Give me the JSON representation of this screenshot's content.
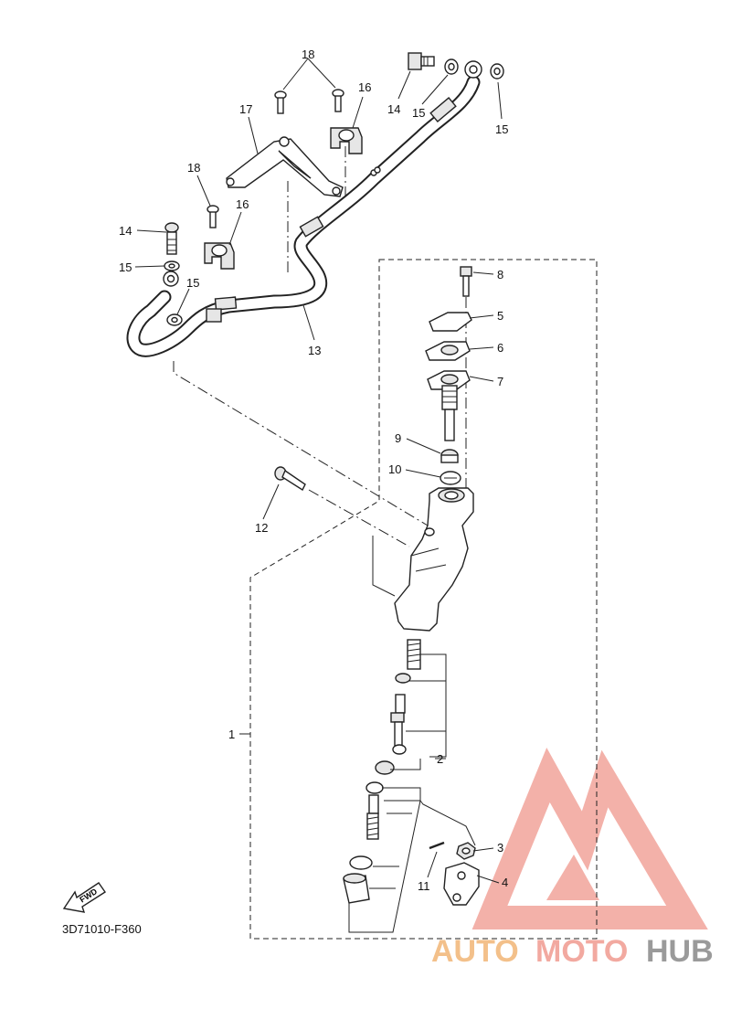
{
  "diagram": {
    "code": "3D71010-F360",
    "fwd_label": "FWD",
    "callouts": {
      "c1": "1",
      "c2": "2",
      "c3": "3",
      "c4": "4",
      "c5": "5",
      "c6": "6",
      "c7": "7",
      "c8": "8",
      "c9": "9",
      "c10": "10",
      "c11": "11",
      "c12": "12",
      "c13": "13",
      "c14a": "14",
      "c14b": "14",
      "c15a": "15",
      "c15b": "15",
      "c15c": "15",
      "c15d": "15",
      "c16a": "16",
      "c16b": "16",
      "c17": "17",
      "c18a": "18",
      "c18b": "18"
    }
  },
  "watermark": {
    "part1": "AUTO",
    "part2": "MOTO",
    "part3": "HUB",
    "color_main": "#f2a9a0",
    "color_accent": "#f3b27a",
    "color_hub": "#9a9a9a"
  }
}
